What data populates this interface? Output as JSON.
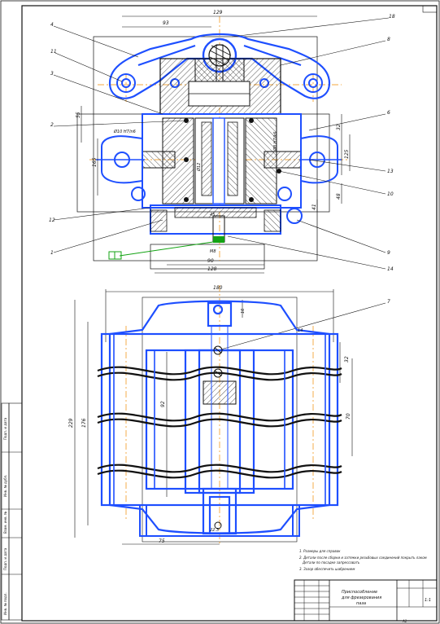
{
  "colors": {
    "part": "#1e4fff",
    "line": "#111111",
    "axis": "#f08a00",
    "dim_green": "#13a313",
    "paper": "#ffffff"
  },
  "leaders": [
    "18",
    "4",
    "8",
    "11",
    "3",
    "6",
    "2",
    "13",
    "10",
    "7",
    "12",
    "1",
    "9",
    "14"
  ],
  "view_top": {
    "dims": {
      "d129": "129",
      "d93": "93",
      "d90": "90",
      "d125": "125",
      "d128": "128",
      "d32": "32",
      "d165": "165",
      "d48": "48",
      "d45": "45",
      "d55": "55",
      "d41": "41",
      "dphi": "Ø12",
      "dm": "M8",
      "fit": "Ø10 H7/n6",
      "fit2": "Ø8 H7/k6"
    }
  },
  "view_bottom": {
    "dims": {
      "d180": "180",
      "d229": "229",
      "d176": "176",
      "d92": "92",
      "d75": "75",
      "d32b": "32",
      "d70": "70",
      "d16": "16",
      "d14": "14",
      "d223": "22.3"
    }
  },
  "notes": {
    "n1": "1. Размеры для справок",
    "n2": "2. Детали после сборки и затяжки резьбовых соединений покрыть лаком",
    "n3": "Детали по посадке запрессовать",
    "n4": "3. Зазор обеспечить шабрением"
  },
  "title_block": {
    "name_line1": "Приспособление",
    "name_line2": "для фрезерования",
    "name_line3": "паза",
    "scale": "1:1",
    "format": "A1"
  },
  "side_stamps": [
    "Подп. и дата",
    "Инв. № дубл.",
    "Взам. инв. №",
    "Подп. и дата",
    "Инв. № подл."
  ]
}
